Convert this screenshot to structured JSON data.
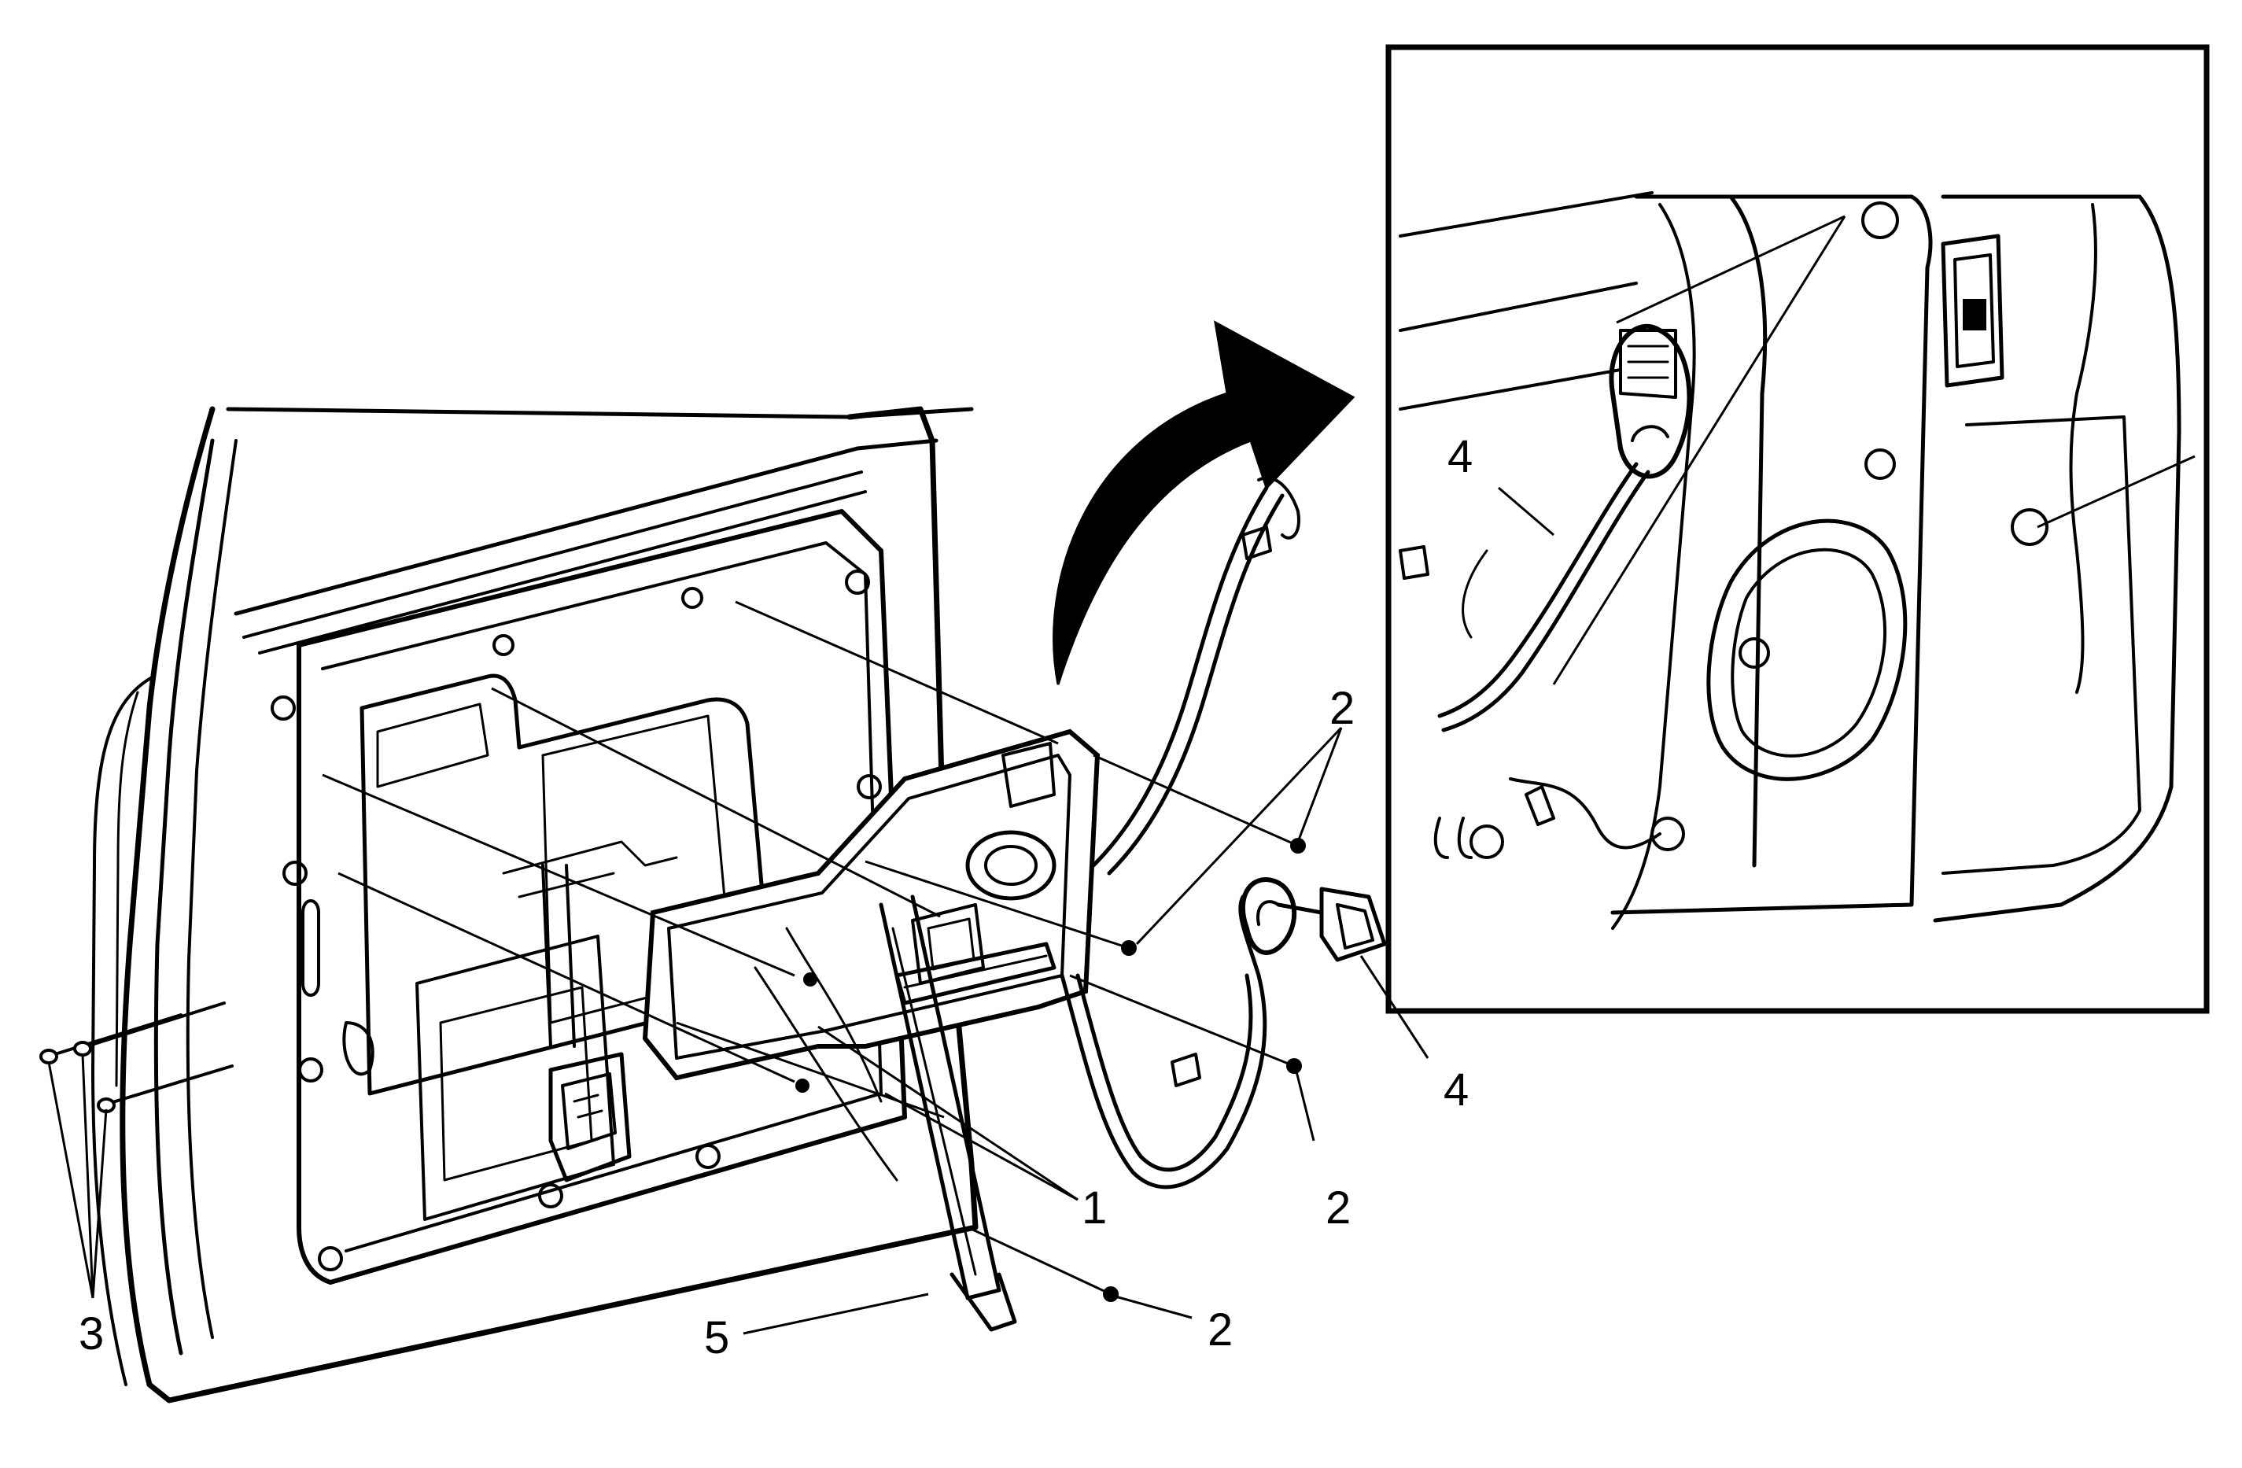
{
  "callouts": {
    "c1": "1",
    "c2a": "2",
    "c2b": "2",
    "c2c": "2",
    "c3": "3",
    "c4a": "4",
    "c4b": "4",
    "c5": "5"
  }
}
